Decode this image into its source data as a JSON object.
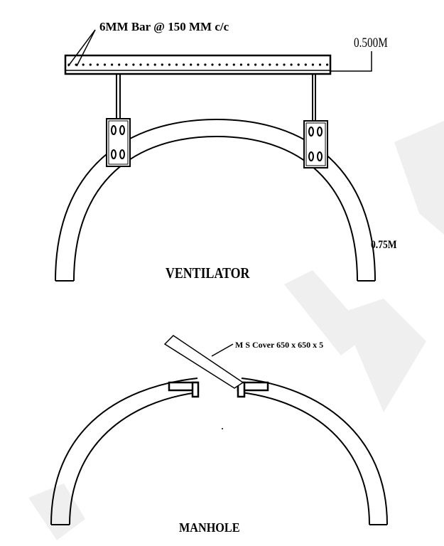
{
  "ventilator": {
    "title": "VENTILATOR",
    "bar_label": "6MM Bar @ 150 MM c/c",
    "beam_dimension": "0.500M",
    "arch_dimension": "0.75M"
  },
  "manhole": {
    "title": "MANHOLE",
    "cover_label": "M S Cover 650 x 650 x 5"
  },
  "colors": {
    "line": "#000000",
    "watermark": "#ececec"
  }
}
